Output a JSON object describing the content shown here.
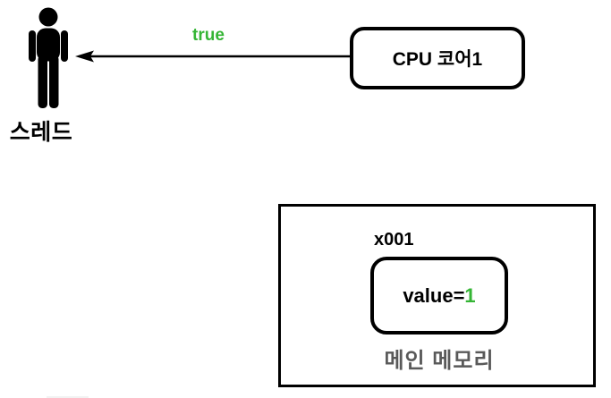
{
  "colors": {
    "background": "#ffffff",
    "line": "#000000",
    "green": "#35b535",
    "gray_text": "#595959"
  },
  "thread": {
    "icon": "person-icon",
    "label": "스레드"
  },
  "signal": {
    "label": "true"
  },
  "cpu": {
    "label": "CPU 코어1"
  },
  "memory": {
    "address": "x001",
    "value_prefix": "value=",
    "value": "1",
    "label": "메인 메모리"
  }
}
